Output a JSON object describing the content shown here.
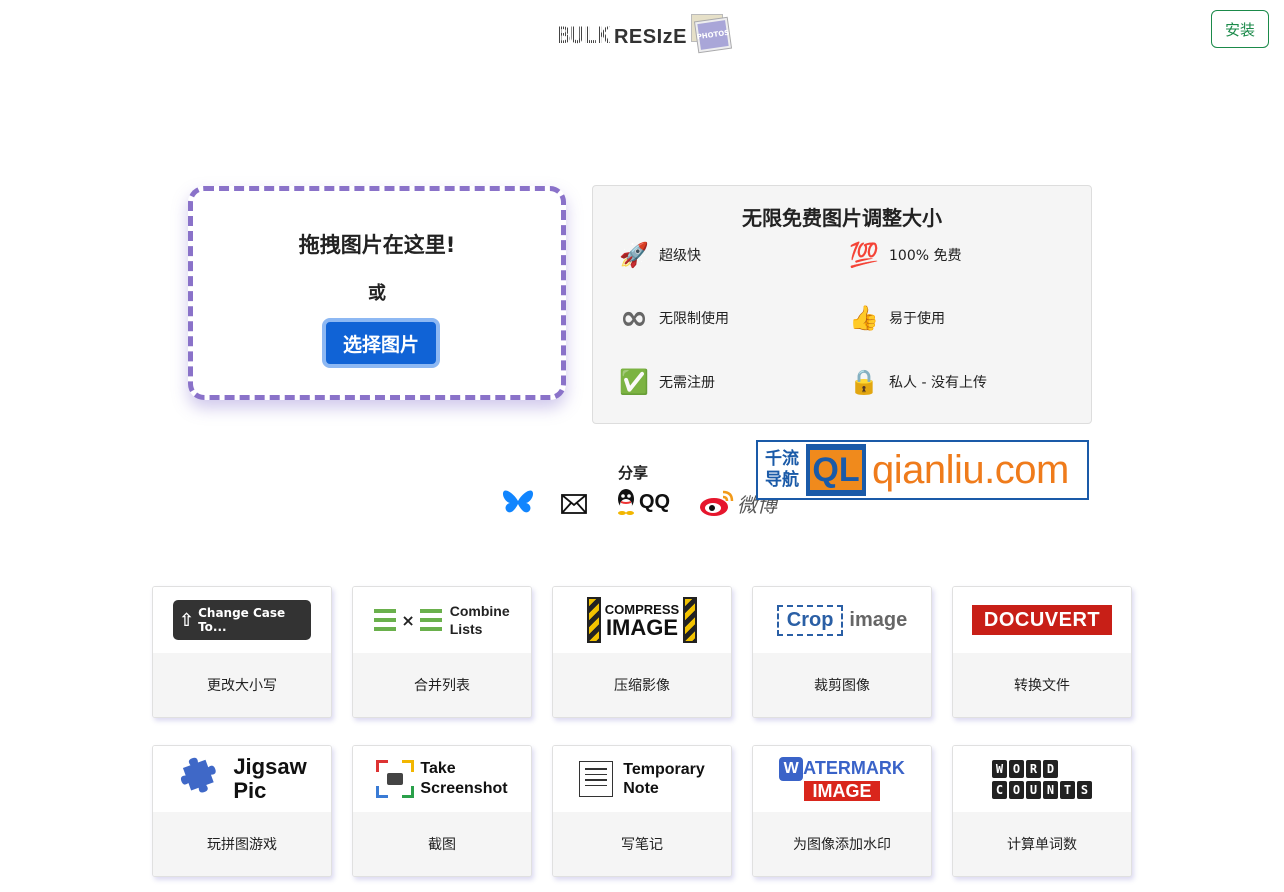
{
  "header": {
    "logo_bulk": "BULK",
    "logo_resize": "RESIzE",
    "logo_photos": "PHOTOS",
    "install_label": "安装"
  },
  "dropzone": {
    "title": "拖拽图片在这里!",
    "or": "或",
    "button_label": "选择图片"
  },
  "features": {
    "title": "无限免费图片调整大小",
    "items": [
      {
        "icon": "rocket-icon",
        "glyph": "🚀",
        "label": "超级快"
      },
      {
        "icon": "hundred-icon",
        "glyph": "💯",
        "label": "100% 免费"
      },
      {
        "icon": "infinity-icon",
        "glyph": "∞",
        "label": "无限制使用"
      },
      {
        "icon": "thumbs-up-icon",
        "glyph": "👍",
        "label": "易于使用"
      },
      {
        "icon": "check-icon",
        "glyph": "✅",
        "label": "无需注册"
      },
      {
        "icon": "lock-icon",
        "glyph": "🔒",
        "label": "私人 - 没有上传"
      }
    ]
  },
  "share": {
    "label": "分享",
    "qq": "QQ",
    "weibo": "微博"
  },
  "ad": {
    "cn_line1": "千流",
    "cn_line2": "导航",
    "ql": "QL",
    "url": "qianliu.com"
  },
  "tools": [
    {
      "logo_text": "Change Case To...",
      "label": "更改大小写"
    },
    {
      "logo_line1": "Combine",
      "logo_line2": "Lists",
      "label": "合并列表"
    },
    {
      "logo_line1": "COMPRESS",
      "logo_line2": "IMAGE",
      "label": "压缩影像"
    },
    {
      "logo_line1": "Crop",
      "logo_line2": "image",
      "label": "裁剪图像"
    },
    {
      "logo_text": "DOCUVERT",
      "label": "转换文件"
    },
    {
      "logo_line1": "Jigsaw",
      "logo_line2": "Pic",
      "label": "玩拼图游戏"
    },
    {
      "logo_line1": "Take",
      "logo_line2": "Screenshot",
      "label": "截图"
    },
    {
      "logo_line1": "Temporary",
      "logo_line2": "Note",
      "label": "写笔记"
    },
    {
      "logo_line1": "ATERMARK",
      "logo_hex": "W",
      "logo_line2": "IMAGE",
      "label": "为图像添加水印"
    },
    {
      "logo_line1": "WORD",
      "logo_line2": "COUNTS",
      "label": "计算单词数"
    }
  ]
}
